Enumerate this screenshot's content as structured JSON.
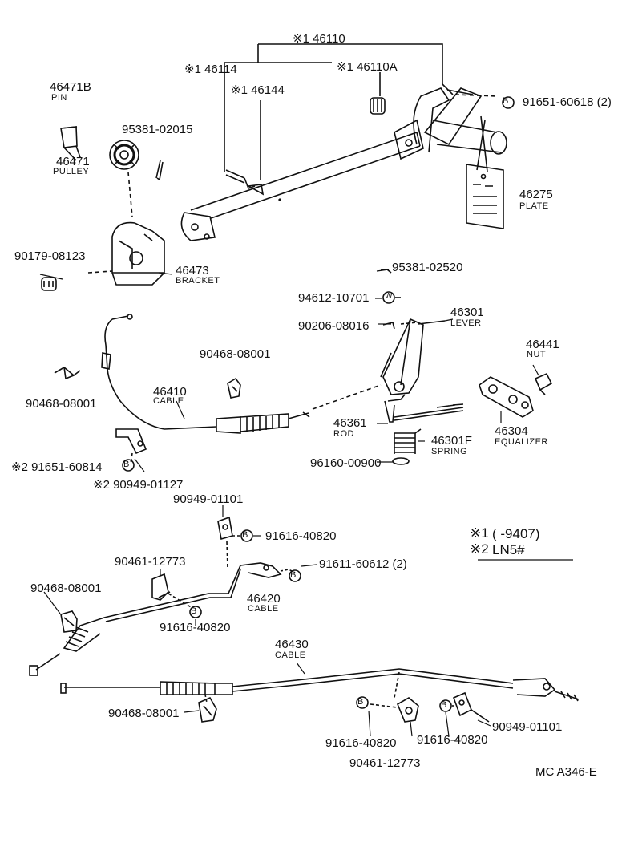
{
  "diagram": {
    "parts": {
      "p46110": "※1 46110",
      "p46114": "※1 46114",
      "p46110A": "※1 46110A",
      "p46144": "※1 46144",
      "p46471B": "46471B",
      "p46471B_name": "PIN",
      "p95381_02015": "95381-02015",
      "p46471": "46471",
      "p46471_name": "PULLEY",
      "p91651_60618": "91651-60618 (2)",
      "p46275": "46275",
      "p46275_name": "PLATE",
      "p90179_08123": "90179-08123",
      "p46473": "46473",
      "p46473_name": "BRACKET",
      "p95381_02520": "95381-02520",
      "p94612_10701": "94612-10701",
      "p46301": "46301",
      "p46301_name": "LEVER",
      "p90206_08016": "90206-08016",
      "p46441": "46441",
      "p46441_name": "NUT",
      "p90468_08001_a": "90468-08001",
      "p46410": "46410",
      "p46410_name": "CABLE",
      "p90468_08001_b": "90468-08001",
      "p46304": "46304",
      "p46304_name": "EQUALIZER",
      "p46361": "46361",
      "p46361_name": "ROD",
      "p46301F": "46301F",
      "p46301F_name": "SPRING",
      "p96160_00900": "96160-00900",
      "p91651_60814": "※2 91651-60814",
      "p90949_01127": "※2 90949-01127",
      "p90949_01101_a": "90949-01101",
      "p91616_40820_a": "91616-40820",
      "p90461_12773_a": "90461-12773",
      "p91611_60612": "91611-60612 (2)",
      "p90468_08001_c": "90468-08001",
      "p46420": "46420",
      "p46420_name": "CABLE",
      "p91616_40820_b": "91616-40820",
      "p46430": "46430",
      "p46430_name": "CABLE",
      "p90468_08001_d": "90468-08001",
      "p90949_01101_b": "90949-01101",
      "p91616_40820_c": "91616-40820",
      "p91616_40820_d": "91616-40820",
      "p90461_12773_b": "90461-12773"
    },
    "notes": {
      "n1_mark": "※1",
      "n1_text": "(         -9407)",
      "n2_mark": "※2",
      "n2_text": "LN5#"
    },
    "symbols": {
      "bolt_b": "B",
      "washer_w": "W"
    },
    "footer_code": "MC A346-E"
  }
}
